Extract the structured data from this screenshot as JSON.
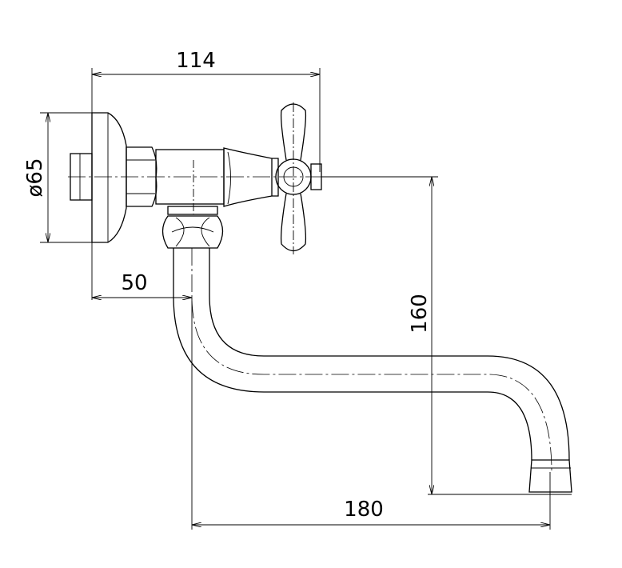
{
  "drawing": {
    "dimensions": {
      "overall_depth": "114",
      "flange_diameter": "ø65",
      "outlet_offset": "50",
      "spout_height": "160",
      "spout_reach": "180"
    },
    "colors": {
      "line": "#000000",
      "background": "#ffffff"
    }
  }
}
